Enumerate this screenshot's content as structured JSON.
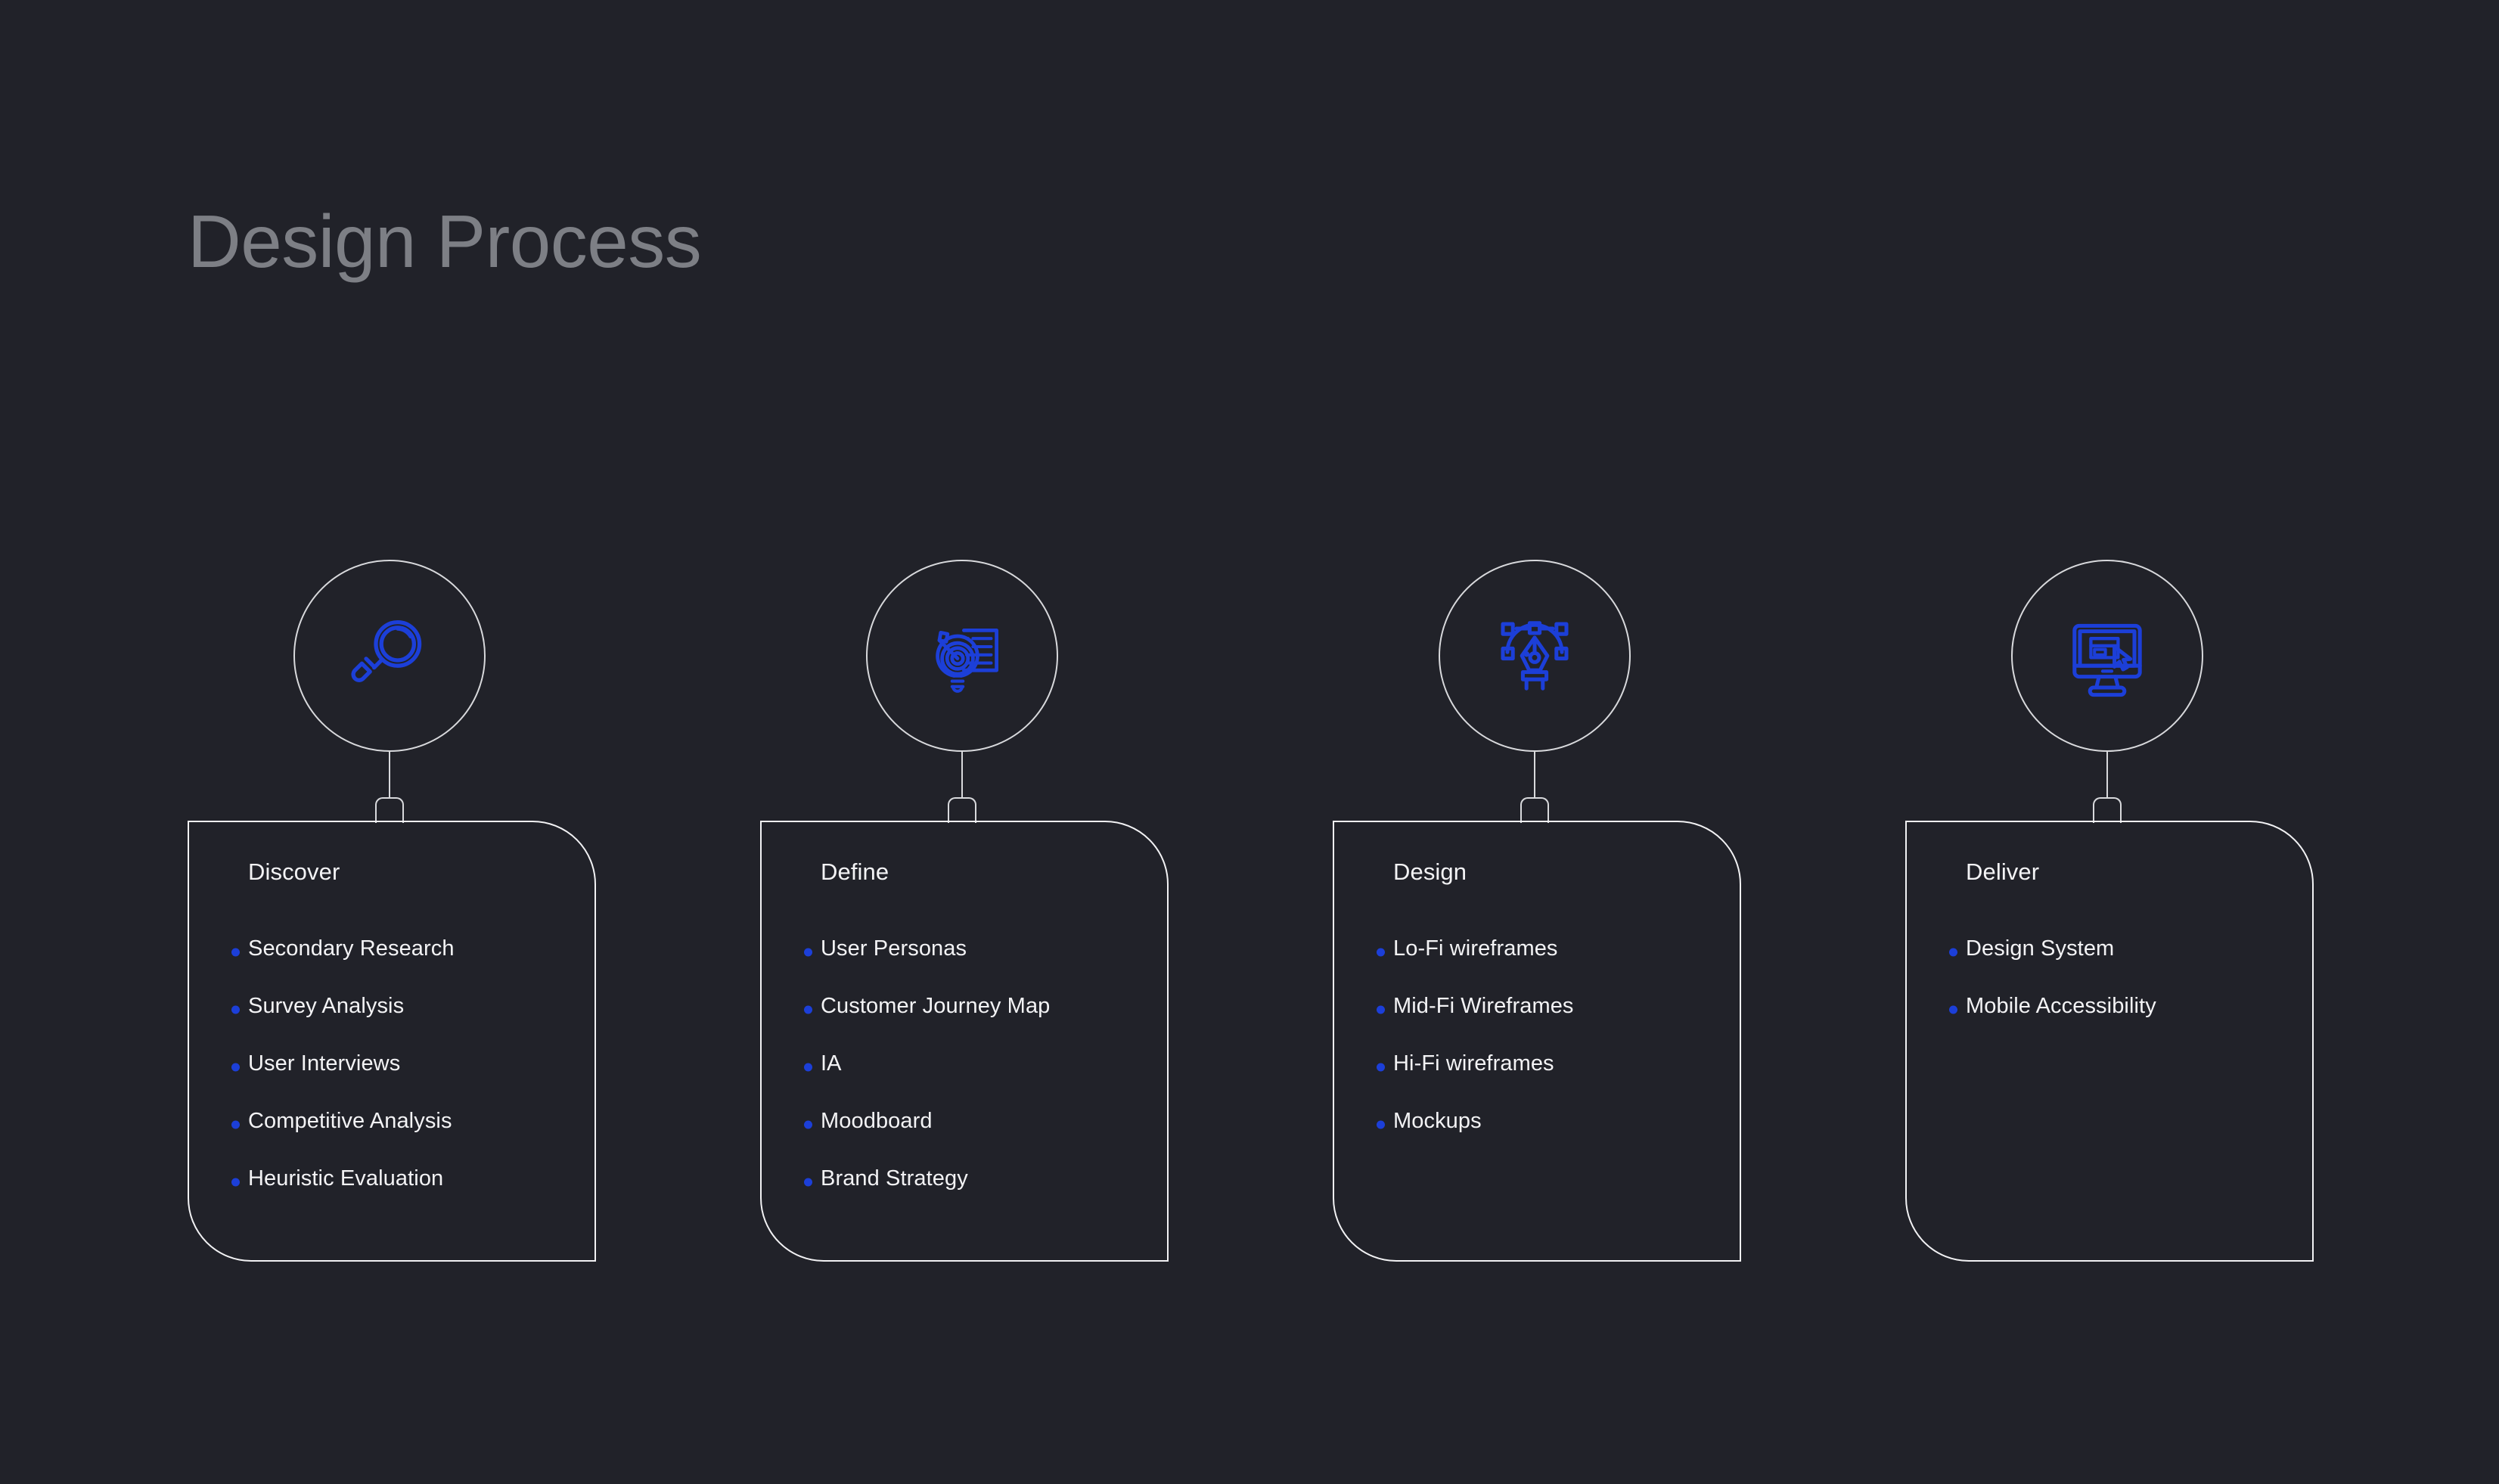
{
  "page": {
    "title": "Design Process",
    "background_color": "#212229",
    "accent_color": "#1c3fd8",
    "outline_color": "#f2f2f4",
    "title_color": "#7d7f85",
    "text_color": "#f3f3f5"
  },
  "stages": [
    {
      "title": "Discover",
      "icon": "magnifier-icon",
      "items": [
        "Secondary Research",
        "Survey Analysis",
        "User Interviews",
        "Competitive Analysis",
        "Heuristic Evaluation"
      ]
    },
    {
      "title": "Define",
      "icon": "lightbulb-target-document-icon",
      "items": [
        "User Personas",
        "Customer Journey Map",
        "IA",
        "Moodboard",
        "Brand Strategy"
      ]
    },
    {
      "title": "Design",
      "icon": "pen-tool-bezier-icon",
      "items": [
        "Lo-Fi wireframes",
        "Mid-Fi Wireframes",
        "Hi-Fi wireframes",
        "Mockups"
      ]
    },
    {
      "title": "Deliver",
      "icon": "monitor-cursor-icon",
      "items": [
        "Design System",
        "Mobile Accessibility"
      ]
    }
  ]
}
